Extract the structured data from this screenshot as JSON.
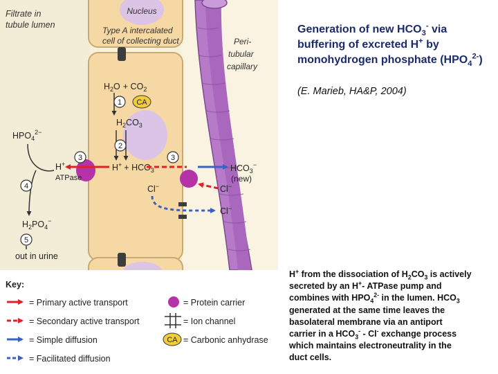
{
  "figure": {
    "labels": {
      "filtrate_1": "Filtrate in",
      "filtrate_2": "tubule lumen",
      "nucleus": "Nucleus",
      "type_a_1": "Type A intercalated",
      "type_a_2": "cell of collecting duct",
      "peri_1": "Peri-",
      "peri_2": "tubular",
      "peri_3": "capillary",
      "h2o": "H",
      "h2o_sub": "2",
      "h2o_end": "O",
      "plus_co2": "+ CO",
      "co2_sub": "2",
      "ca": "CA",
      "h2co3": "H",
      "h2co3_sub1": "2",
      "h2co3_mid": "CO",
      "h2co3_sub2": "3",
      "hpo4": "HPO",
      "hpo4_sub": "4",
      "hpo4_sup": "2−",
      "h_plus": "H",
      "h_plus_sup": "+",
      "atpase": "ATPase",
      "h_plus_hco3": "H",
      "h_plus_hco3_sup": "+",
      "h_plus_hco3_end": "+ HCO",
      "h_plus_hco3_sub": "3",
      "hco3_new": "HCO",
      "hco3_new_sub": "3",
      "hco3_new_sup": "−",
      "new_label": "(new)",
      "cl1": "Cl",
      "cl1_sup": "−",
      "cl2": "Cl",
      "cl2_sup": "−",
      "cl3": "Cl",
      "cl3_sup": "−",
      "h2po4": "H",
      "h2po4_sub1": "2",
      "h2po4_mid": "PO",
      "h2po4_sub2": "4",
      "h2po4_sup": "−",
      "out_urine": "out in urine",
      "step1": "1",
      "step2": "2",
      "step3a": "3",
      "step3b": "3",
      "step4": "4",
      "step5": "5"
    },
    "key": {
      "title": "Key:",
      "primary": "= Primary active transport",
      "secondary": "= Secondary active transport",
      "simple": "= Simple diffusion",
      "facilitated": "= Facilitated diffusion",
      "protein": "= Protein carrier",
      "channel": "= Ion channel",
      "ca_symbol": "CA",
      "carbonic": "= Carbonic anhydrase"
    },
    "colors": {
      "lumen": "#f3ecd7",
      "cell": "#f6d8a5",
      "capillary": "#b77ac8",
      "nucleus": "#dcc4e6",
      "protein": "#b532a8",
      "primary": "#e0202b",
      "secondary": "#e0202b",
      "simple": "#3a62c4",
      "facilitated": "#3a62c4",
      "ca_fill": "#f1cd3c"
    }
  },
  "title": {
    "p1": "Generation of new HCO",
    "sub3": "3",
    "sup_minus": "-",
    "p2": " via buffering of excreted H",
    "sup_plus": "+",
    "p3": " by monohydrogen phosphate (HPO",
    "sub4": "4",
    "sup2": "2-",
    "p4": ")"
  },
  "citation": "(E. Marieb, HA&P, 2004)",
  "paragraph": {
    "l1a": "H",
    "l1sup": "+",
    "l1b": " from the dissociation of H",
    "l1sub1": "2",
    "l1c": "CO",
    "l1sub2": "3",
    "l1d": " is actively",
    "l2a": "secreted by an H",
    "l2sup": "+",
    "l2b": "- ATPase pump and",
    "l3a": "combines with HPO",
    "l3sub": "4",
    "l3sup": "2-",
    "l3b": " in the lumen. HCO",
    "l3sub2": "3",
    "l4": "generated at the same time leaves the",
    "l5": "basolateral membrane via an antiport",
    "l6a": "carrier in a HCO",
    "l6sub": "3",
    "l6sup": "-",
    "l6b": " - Cl",
    "l6sup2": "-",
    "l6c": " exchange process",
    "l7": "which maintains electroneutrality in the",
    "l8": "duct cells."
  }
}
